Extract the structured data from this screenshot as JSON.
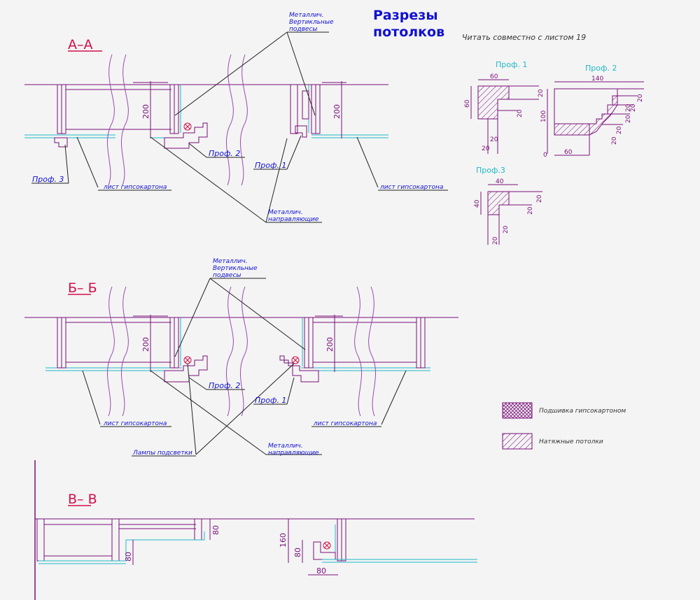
{
  "colors": {
    "background": "#f4f4f4",
    "structure": "#7a0f7a",
    "cyan": "#20b8c8",
    "section_label": "#d0104a",
    "title": "#1010d0",
    "leader": "#222222",
    "wave": "#9a4ab0",
    "lamp": "#d0104a"
  },
  "title": {
    "line1": "Разрезы",
    "line2": "потолков",
    "note": "Читать совместно с листом 19"
  },
  "sections": {
    "aa": {
      "label": "А–А"
    },
    "bb": {
      "label": "Б– Б"
    },
    "vv": {
      "label": "В– В"
    }
  },
  "annotations": {
    "metal_vert_1": {
      "line1": "Металлич.",
      "line2": "Вертикльные",
      "line3": "подвесы"
    },
    "metal_vert_2": {
      "line1": "Металлич.",
      "line2": "Вертикльные",
      "line3": "подвесы"
    },
    "metal_guide_1": {
      "line1": "Металлич.",
      "line2": "направляющие"
    },
    "metal_guide_2": {
      "line1": "Металлич.",
      "line2": "направляющие"
    },
    "gypsum_1": "лист гипсокартона",
    "gypsum_2": "лист гипсокартона",
    "gypsum_3": "лист гипсокартона",
    "gypsum_4": "лист гипсокартона",
    "lamps": "Лампы подсветки",
    "prof2_a": "Проф. 2",
    "prof1_a": "Проф. 1",
    "prof3_a": "Проф. 3",
    "prof2_b": "Проф. 2",
    "prof1_b": "Проф. 1"
  },
  "dimensions": {
    "aa_left_200": "200",
    "aa_right_200": "200",
    "bb_left_200": "200",
    "bb_right_200": "200",
    "vv_left_80_a": "80",
    "vv_left_80_b": "80",
    "vv_right_160": "160",
    "vv_right_80_a": "80",
    "vv_right_80_b": "80"
  },
  "profiles": {
    "p1": {
      "title": "Проф. 1",
      "w": "60",
      "h": "60",
      "d1": "20",
      "d2": "20",
      "d3": "20",
      "d4": "20"
    },
    "p2": {
      "title": "Проф. 2",
      "w": "140",
      "h": "100",
      "d1": "20",
      "d2": "20",
      "d3": "20",
      "d4": "20",
      "d5": "20",
      "d6": "20",
      "bottom": "60",
      "zero": "0"
    },
    "p3": {
      "title": "Проф.3",
      "w": "40",
      "h": "40",
      "d1": "20",
      "d2": "20",
      "d3": "20",
      "d4": "20"
    }
  },
  "legend": {
    "item1": "Подшивка гипсокартоном",
    "item2": "Натяжные потолки"
  }
}
